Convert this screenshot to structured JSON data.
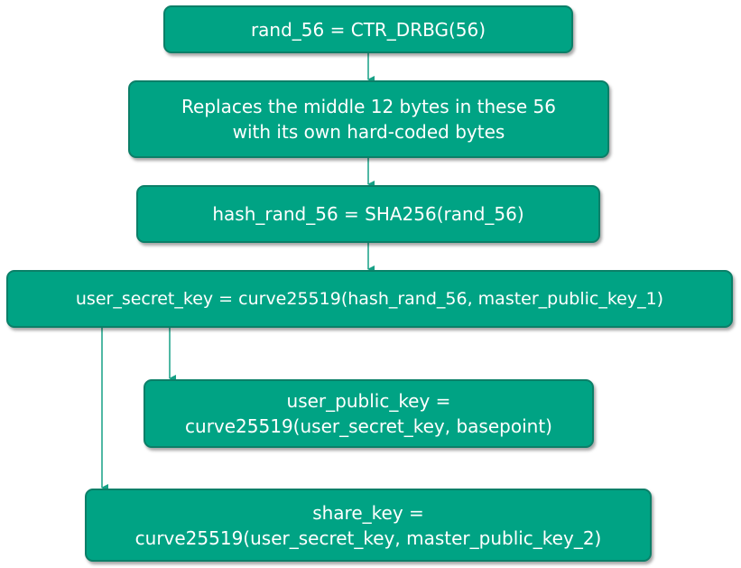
{
  "diagram": {
    "nodes": [
      {
        "id": "rand",
        "lines": [
          "rand_56 = CTR_DRBG(56)"
        ]
      },
      {
        "id": "replace",
        "lines": [
          "Replaces the middle 12 bytes in these 56",
          "with its own hard-coded bytes"
        ]
      },
      {
        "id": "hash",
        "lines": [
          "hash_rand_56 = SHA256(rand_56)"
        ]
      },
      {
        "id": "secret",
        "lines": [
          "user_secret_key = curve25519(hash_rand_56, master_public_key_1)"
        ]
      },
      {
        "id": "public",
        "lines": [
          "user_public_key =",
          "curve25519(user_secret_key, basepoint)"
        ]
      },
      {
        "id": "share",
        "lines": [
          "share_key =",
          "curve25519(user_secret_key, master_public_key_2)"
        ]
      }
    ],
    "edges": [
      {
        "from": "rand",
        "to": "replace"
      },
      {
        "from": "replace",
        "to": "hash"
      },
      {
        "from": "hash",
        "to": "secret"
      },
      {
        "from": "secret",
        "to": "public"
      },
      {
        "from": "secret",
        "to": "share"
      }
    ],
    "colors": {
      "box_fill": "#00a384",
      "box_border": "#0b7f68",
      "text": "#ffffff",
      "connector": "#16a085"
    }
  }
}
